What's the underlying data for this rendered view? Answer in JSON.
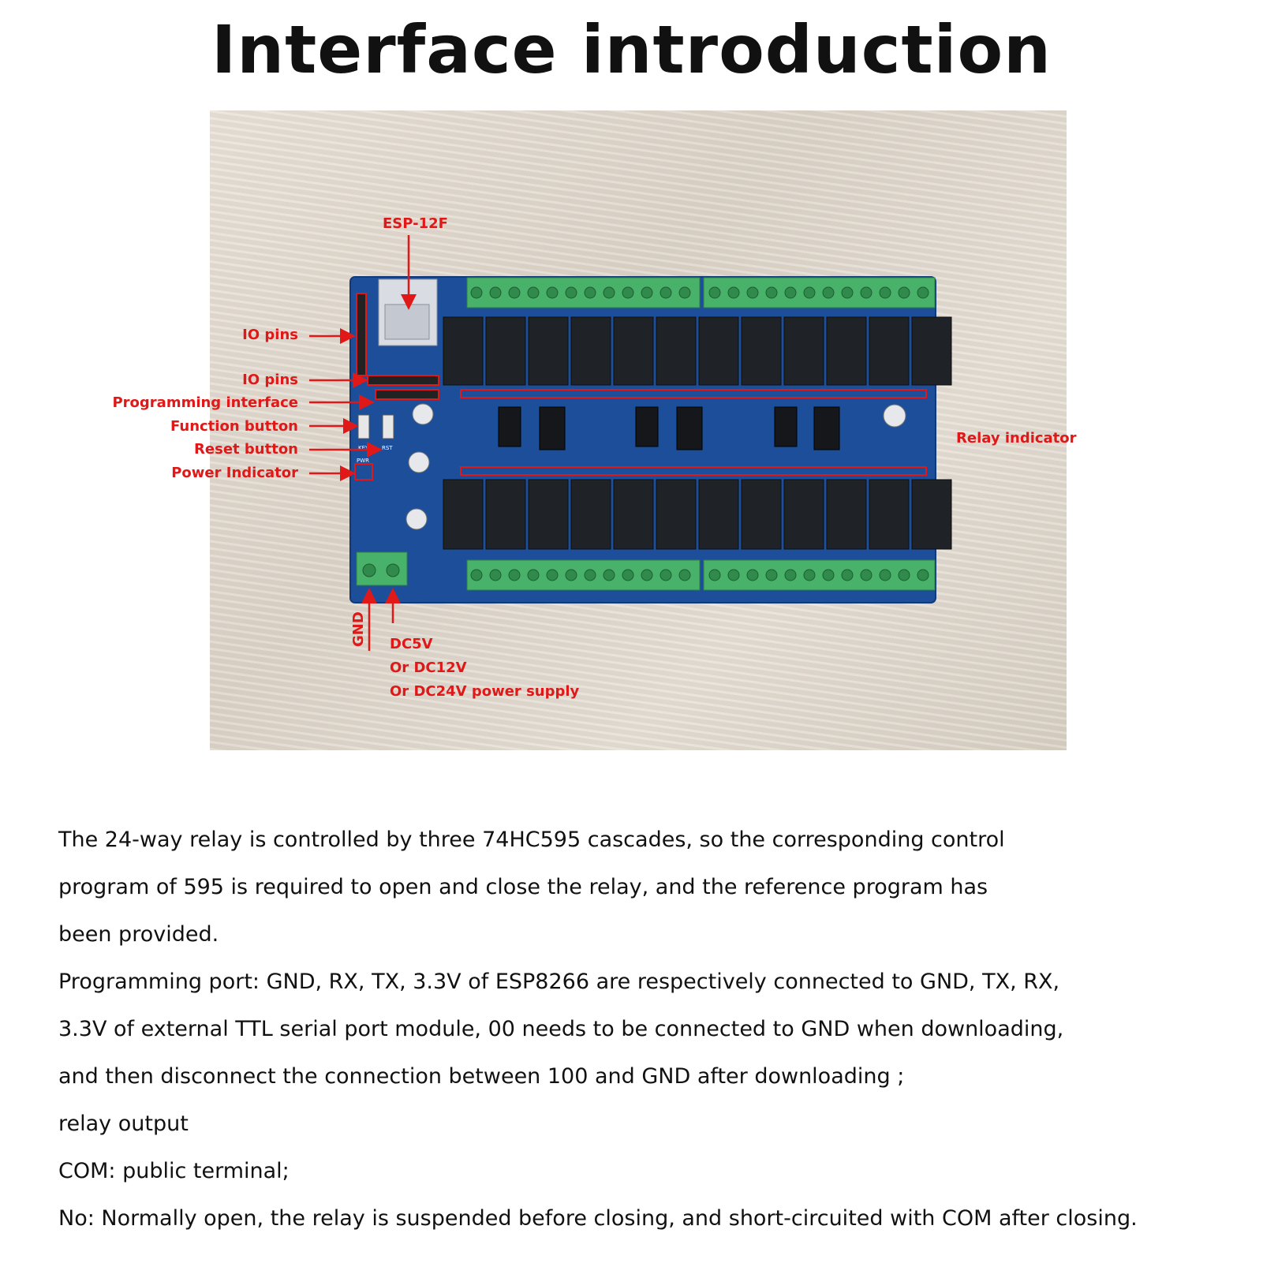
{
  "title": "Interface introduction",
  "labels": {
    "esp": "ESP-12F",
    "io_pins_1": "IO pins",
    "io_pins_2": "IO pins",
    "programming": "Programming interface",
    "function": "Function button",
    "reset": "Reset button",
    "power_indicator": "Power Indicator",
    "relay_indicator": "Relay indicator",
    "gnd": "GND",
    "dc1": "DC5V",
    "dc2": "Or DC12V",
    "dc3": "Or DC24V power supply"
  },
  "silkscreen": {
    "key": "KEY",
    "rst": "RST",
    "pwr": "PWR"
  },
  "paragraphs": [
    "The 24-way relay is controlled by three 74HC595 cascades, so the corresponding control",
    "program of 595 is required to open and close the relay, and the reference program has",
    "been provided.",
    "Programming port: GND, RX, TX, 3.3V of ESP8266 are respectively connected to GND, TX, RX,",
    "3.3V of external TTL serial port module, 00 needs to be connected to GND when downloading,",
    "and then disconnect the connection between 100 and GND after downloading ;",
    "relay output",
    "COM: public terminal;",
    "No: Normally open, the relay is suspended before closing, and short-circuited with COM after closing."
  ],
  "colors": {
    "label": "#e01818",
    "pcb": "#1d4e9a",
    "terminal": "#49b26a",
    "relay": "#1f2226"
  }
}
